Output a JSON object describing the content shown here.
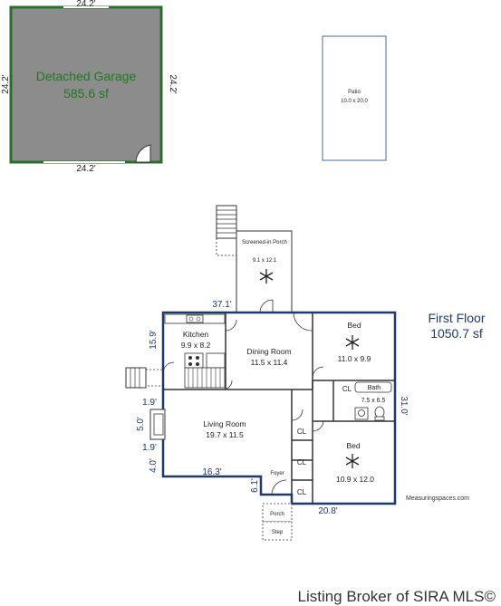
{
  "garage": {
    "name": "Detached Garage",
    "area": "585.6 sf",
    "dim_top": "24.2'",
    "dim_bottom": "24.2'",
    "dim_left": "24.2'",
    "dim_right": "24.2'"
  },
  "patio": {
    "name": "Patio",
    "size": "10.0 x 20.0"
  },
  "porch": {
    "name": "Screened-in Porch",
    "size": "9.1 x 12.1"
  },
  "floor": {
    "name": "First Floor",
    "area": "1050.7 sf"
  },
  "rooms": {
    "kitchen": {
      "name": "Kitchen",
      "size": "9.9 x 8.2"
    },
    "dining": {
      "name": "Dining Room",
      "size": "11.5 x 11.4"
    },
    "bed1": {
      "name": "Bed",
      "size": "11.0 x 9.9"
    },
    "bath": {
      "name": "Bath",
      "size": "7.5 x 6.5"
    },
    "living": {
      "name": "Living Room",
      "size": "19.7 x 11.5"
    },
    "bed2": {
      "name": "Bed",
      "size": "10.9 x 12.0"
    },
    "foyer": {
      "name": "Foyer"
    },
    "front_porch": {
      "name": "Porch"
    },
    "step": {
      "name": "Step"
    },
    "closet": "CL"
  },
  "dims": {
    "top": "37.1'",
    "left_upper": "15.9'",
    "left_mid_a": "1.9'",
    "left_mid_b": "5.0'",
    "left_mid_c": "1.9'",
    "left_lower": "4.0'",
    "bottom_left": "16.3'",
    "foyer": "6.1'",
    "bottom_right": "20.8'",
    "right": "31.0'"
  },
  "credit": "Measuringspaces.com",
  "watermark": "Listing Broker of SIRA MLS©"
}
